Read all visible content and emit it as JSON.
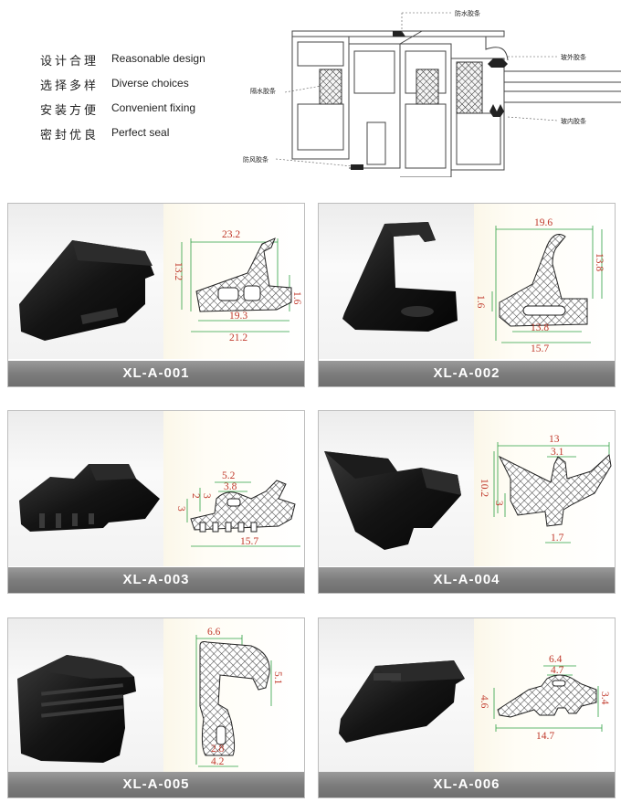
{
  "features": [
    {
      "zh": "设计合理",
      "en": "Reasonable design"
    },
    {
      "zh": "选择多样",
      "en": "Diverse choices"
    },
    {
      "zh": "安装方便",
      "en": "Convenient fixing"
    },
    {
      "zh": "密封优良",
      "en": "Perfect seal"
    }
  ],
  "diagram_labels": {
    "top": "防水胶条",
    "outer": "玻外胶条",
    "left": "隔水胶条",
    "inner": "玻内胶条",
    "bottom": "防风胶条"
  },
  "products": [
    {
      "code": "XL-A-001",
      "dims": [
        "23.2",
        "13.2",
        "1.6",
        "19.3",
        "21.2"
      ]
    },
    {
      "code": "XL-A-002",
      "dims": [
        "19.6",
        "13.8",
        "1.6",
        "13.8",
        "15.7"
      ]
    },
    {
      "code": "XL-A-003",
      "dims": [
        "5.2",
        "3.8",
        "3",
        "2",
        "3",
        "15.7"
      ]
    },
    {
      "code": "XL-A-004",
      "dims": [
        "13",
        "3.1",
        "10.2",
        "3",
        "1.7"
      ]
    },
    {
      "code": "XL-A-005",
      "dims": [
        "6.6",
        "5.1",
        "2.8",
        "4.2"
      ]
    },
    {
      "code": "XL-A-006",
      "dims": [
        "6.4",
        "4.7",
        "4.6",
        "3.4",
        "14.7"
      ]
    }
  ],
  "colors": {
    "label_bg": "#7d7d7d",
    "dimension": "#c0392b",
    "guide": "#2ea043",
    "rubber": "#111111"
  }
}
